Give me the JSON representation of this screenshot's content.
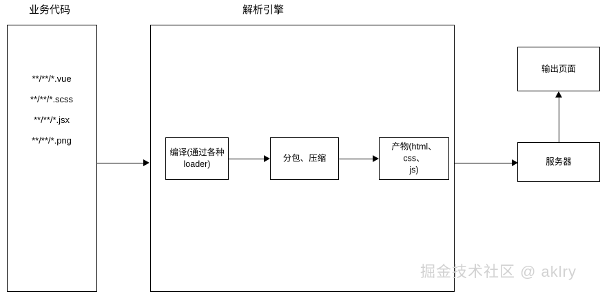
{
  "diagram": {
    "type": "flowchart",
    "title_labels": [
      {
        "id": "business-code",
        "text": "业务代码"
      },
      {
        "id": "parse-engine",
        "text": "解析引擎"
      }
    ],
    "source_files": [
      "**/**/*.vue",
      "**/**/*.scss",
      "**/**/*.jsx",
      "**/**/*.png"
    ],
    "pipeline_steps": [
      {
        "id": "compile",
        "text": "编译(通过各种\nloader)"
      },
      {
        "id": "chunk-compress",
        "text": "分包、压缩"
      },
      {
        "id": "artifacts",
        "text": "产物(html、css、\njs)"
      }
    ],
    "output_nodes": [
      {
        "id": "output-page",
        "text": "输出页面"
      },
      {
        "id": "server",
        "text": "服务器"
      }
    ],
    "colors": {
      "stroke": "#000000",
      "background": "#ffffff",
      "text": "#000000",
      "watermark": "#d2d2d2"
    }
  },
  "watermark": {
    "text": "掘金技术社区 @ aklry"
  }
}
